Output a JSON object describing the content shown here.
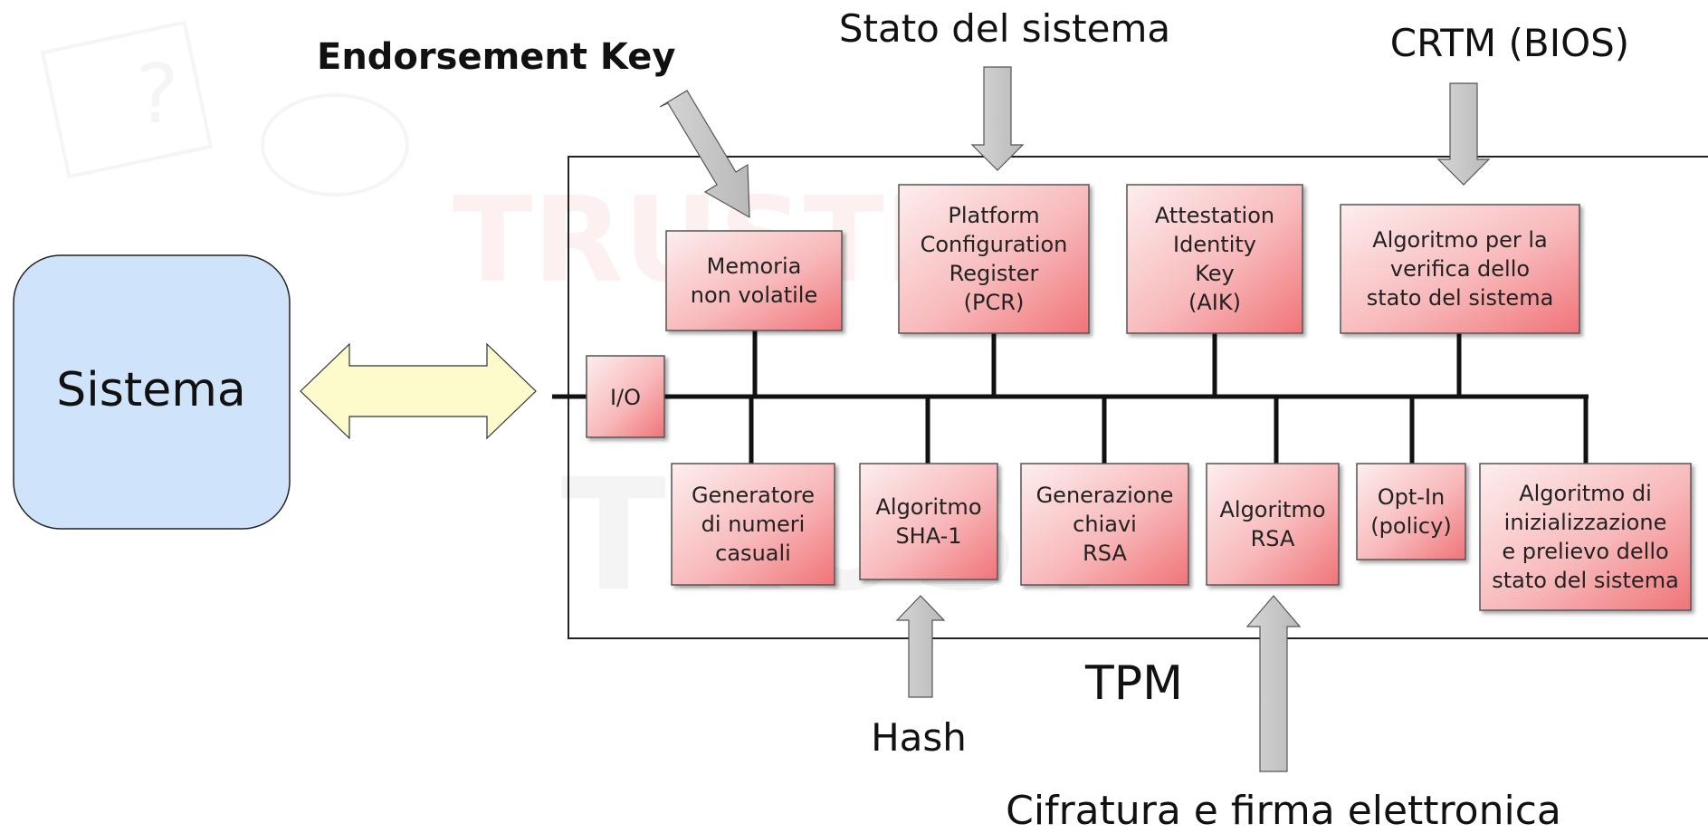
{
  "sistema": {
    "label": "Sistema"
  },
  "tpm": {
    "label": "TPM"
  },
  "external_inputs": {
    "endorsement_key": "Endorsement Key",
    "stato_sistema": "Stato del sistema",
    "crtm": "CRTM (BIOS)",
    "hash": "Hash",
    "cifratura": "Cifratura e firma elettronica"
  },
  "io": {
    "label": "I/O"
  },
  "top_components": [
    {
      "id": "memoria",
      "lines": [
        "Memoria",
        "non volatile"
      ]
    },
    {
      "id": "pcr",
      "lines": [
        "Platform",
        "Configuration",
        "Register",
        "(PCR)"
      ]
    },
    {
      "id": "aik",
      "lines": [
        "Attestation",
        "Identity",
        "Key",
        "(AIK)"
      ]
    },
    {
      "id": "verifica",
      "lines": [
        "Algoritmo per la",
        "verifica dello",
        "stato del sistema"
      ]
    }
  ],
  "bottom_components": [
    {
      "id": "rng",
      "lines": [
        "Generatore",
        "di numeri",
        "casuali"
      ]
    },
    {
      "id": "sha1",
      "lines": [
        "Algoritmo",
        "SHA-1"
      ]
    },
    {
      "id": "keygen",
      "lines": [
        "Generazione",
        "chiavi",
        "RSA"
      ]
    },
    {
      "id": "rsa",
      "lines": [
        "Algoritmo",
        "RSA"
      ]
    },
    {
      "id": "optin",
      "lines": [
        "Opt-In",
        "(policy)"
      ]
    },
    {
      "id": "init",
      "lines": [
        "Algoritmo di",
        "inizializzazione",
        "e prelievo dello",
        "stato del sistema"
      ]
    }
  ],
  "colors": {
    "sistema_fill": "#cfe4fb",
    "component_fill_light": "#fde8e8",
    "component_fill_dark": "#f27e82",
    "arrow_gray": "#c8c8c8",
    "double_arrow_fill": "#fdfbcc"
  }
}
